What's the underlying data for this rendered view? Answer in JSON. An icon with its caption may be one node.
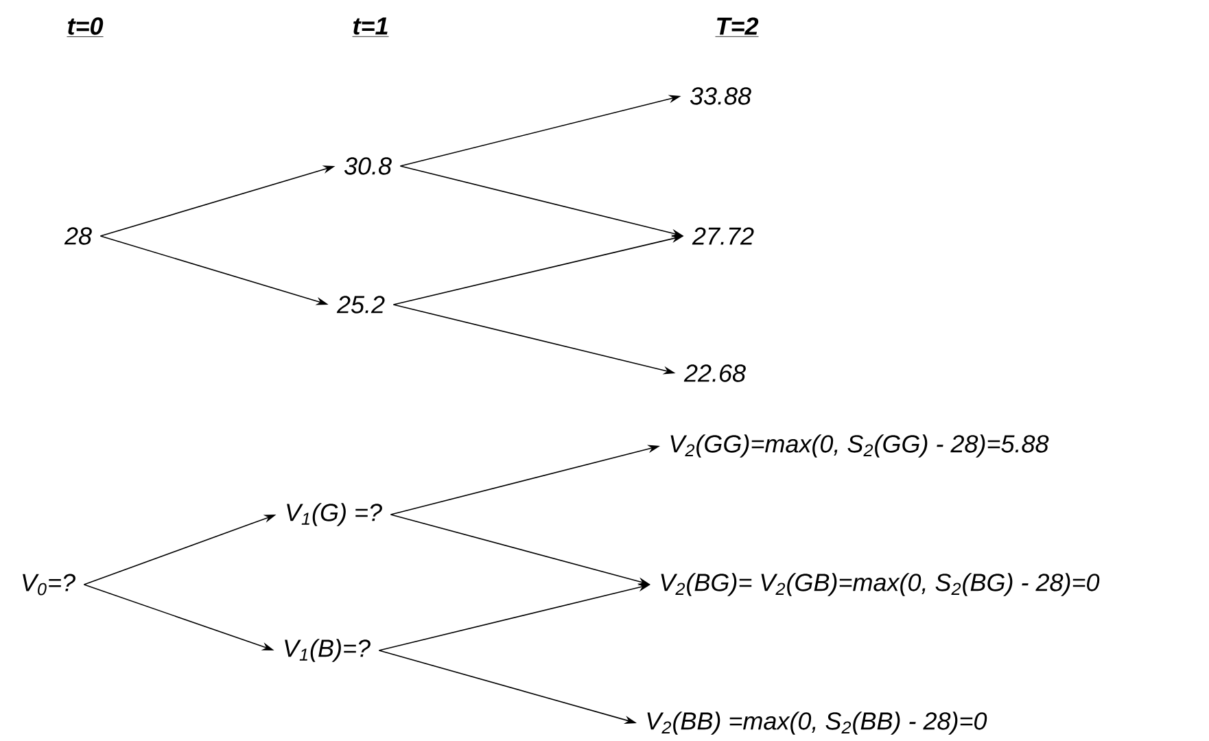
{
  "diagram": {
    "nodes": [
      {
        "text": [
          "28"
        ]
      },
      {
        "text": [
          "30.8"
        ]
      },
      {
        "text": [
          "25.2"
        ]
      },
      {
        "text": [
          "33.88"
        ]
      },
      {
        "text": [
          "27.72"
        ]
      },
      {
        "text": [
          "22.68"
        ]
      },
      {
        "text": [
          "V$_{0}$=?"
        ]
      },
      {
        "text": [
          "V$_{1}$(G) =?"
        ]
      },
      {
        "text": [
          "V$_{1}$(B)=?"
        ]
      },
      {
        "text": [
          "V$_{2}$(GG)=max(0, S$_{2}$(GG) - 28)=5.88"
        ]
      },
      {
        "text": [
          "V$_{2}$(BG)= V$_{2}$(GB)=max(0, S$_{2}$(BG) - 28)=0"
        ]
      },
      {
        "text": [
          "V$_{2}$(BB) =max(0, S$_{2}$(BB) - 28)=0"
        ]
      }
    ],
    "edges": [
      {
        "from": 0,
        "to": 1,
        "arrow": "to"
      },
      {
        "from": 0,
        "to": 2,
        "arrow": "to"
      },
      {
        "from": 1,
        "to": 3,
        "arrow": "to"
      },
      {
        "from": 1,
        "to": 4,
        "arrow": "to"
      },
      {
        "from": 2,
        "to": 4,
        "arrow": "to"
      },
      {
        "from": 2,
        "to": 5,
        "arrow": "to"
      },
      {
        "from": 6,
        "to": 7,
        "arrow": "to"
      },
      {
        "from": 6,
        "to": 8,
        "arrow": "to"
      },
      {
        "from": 7,
        "to": 9,
        "arrow": "to"
      },
      {
        "from": 7,
        "to": 10,
        "arrow": "to"
      },
      {
        "from": 8,
        "to": 10,
        "arrow": "to"
      },
      {
        "from": 8,
        "to": 11,
        "arrow": "to"
      }
    ],
    "labels": [
      "t=0",
      "t=1",
      "T=2"
    ]
  }
}
